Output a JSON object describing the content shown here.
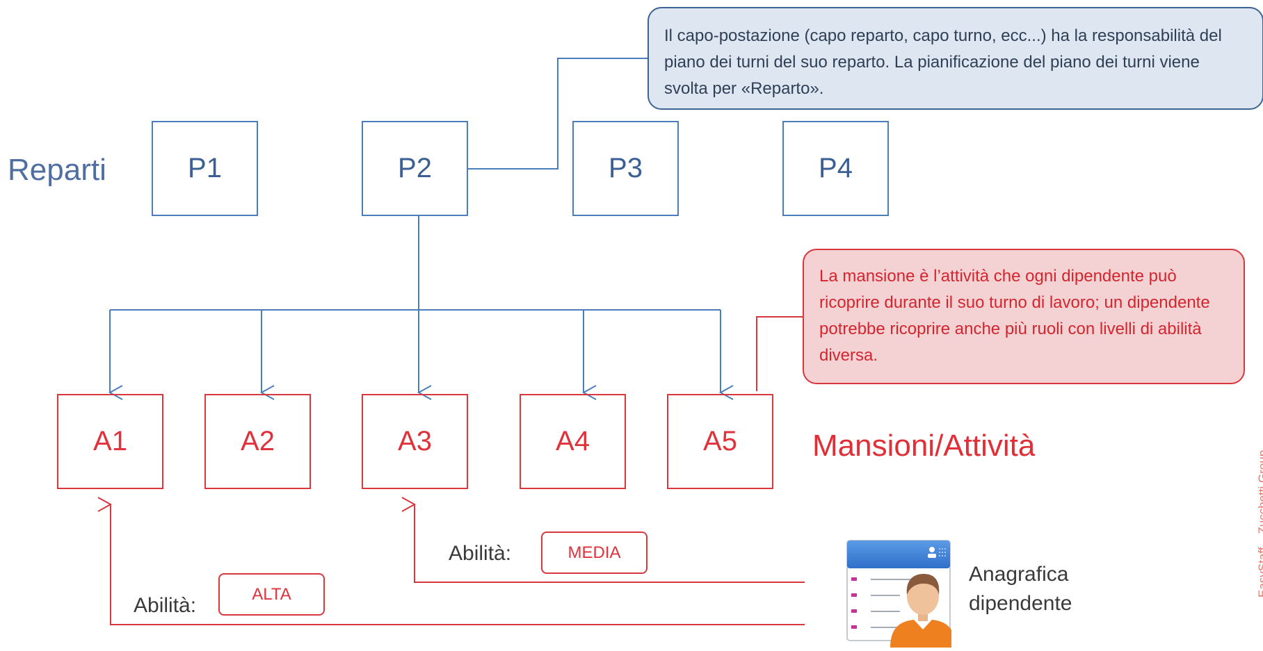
{
  "departments": {
    "label": "Reparti",
    "items": [
      "P1",
      "P2",
      "P3",
      "P4"
    ]
  },
  "tasks": {
    "label": "Mansioni/Attività",
    "items": [
      "A1",
      "A2",
      "A3",
      "A4",
      "A5"
    ]
  },
  "callout_department": "Il capo-postazione (capo reparto, capo turno, ecc...) ha la responsabilità del piano dei turni del suo reparto. La pianificazione del piano dei turni viene svolta per «Reparto».",
  "callout_task": "La mansione è l’attività che ogni dipendente può ricoprire durante il suo turno di lavoro; un dipendente potrebbe ricoprire anche più ruoli con livelli di abilità diversa.",
  "abilities": [
    {
      "label": "Abilità:",
      "level": "ALTA"
    },
    {
      "label": "Abilità:",
      "level": "MEDIA"
    }
  ],
  "employee": {
    "label_line1": "Anagrafica",
    "label_line2": "dipendente",
    "icon": "employee-record-icon"
  },
  "footer_vertical": "EasyStaff – Zucchetti Group",
  "colors": {
    "blue_line": "#4a7ebb",
    "red_line": "#d9363e",
    "blue_callout_fill": "#dde6f1",
    "red_callout_fill": "#f4d2d3"
  }
}
